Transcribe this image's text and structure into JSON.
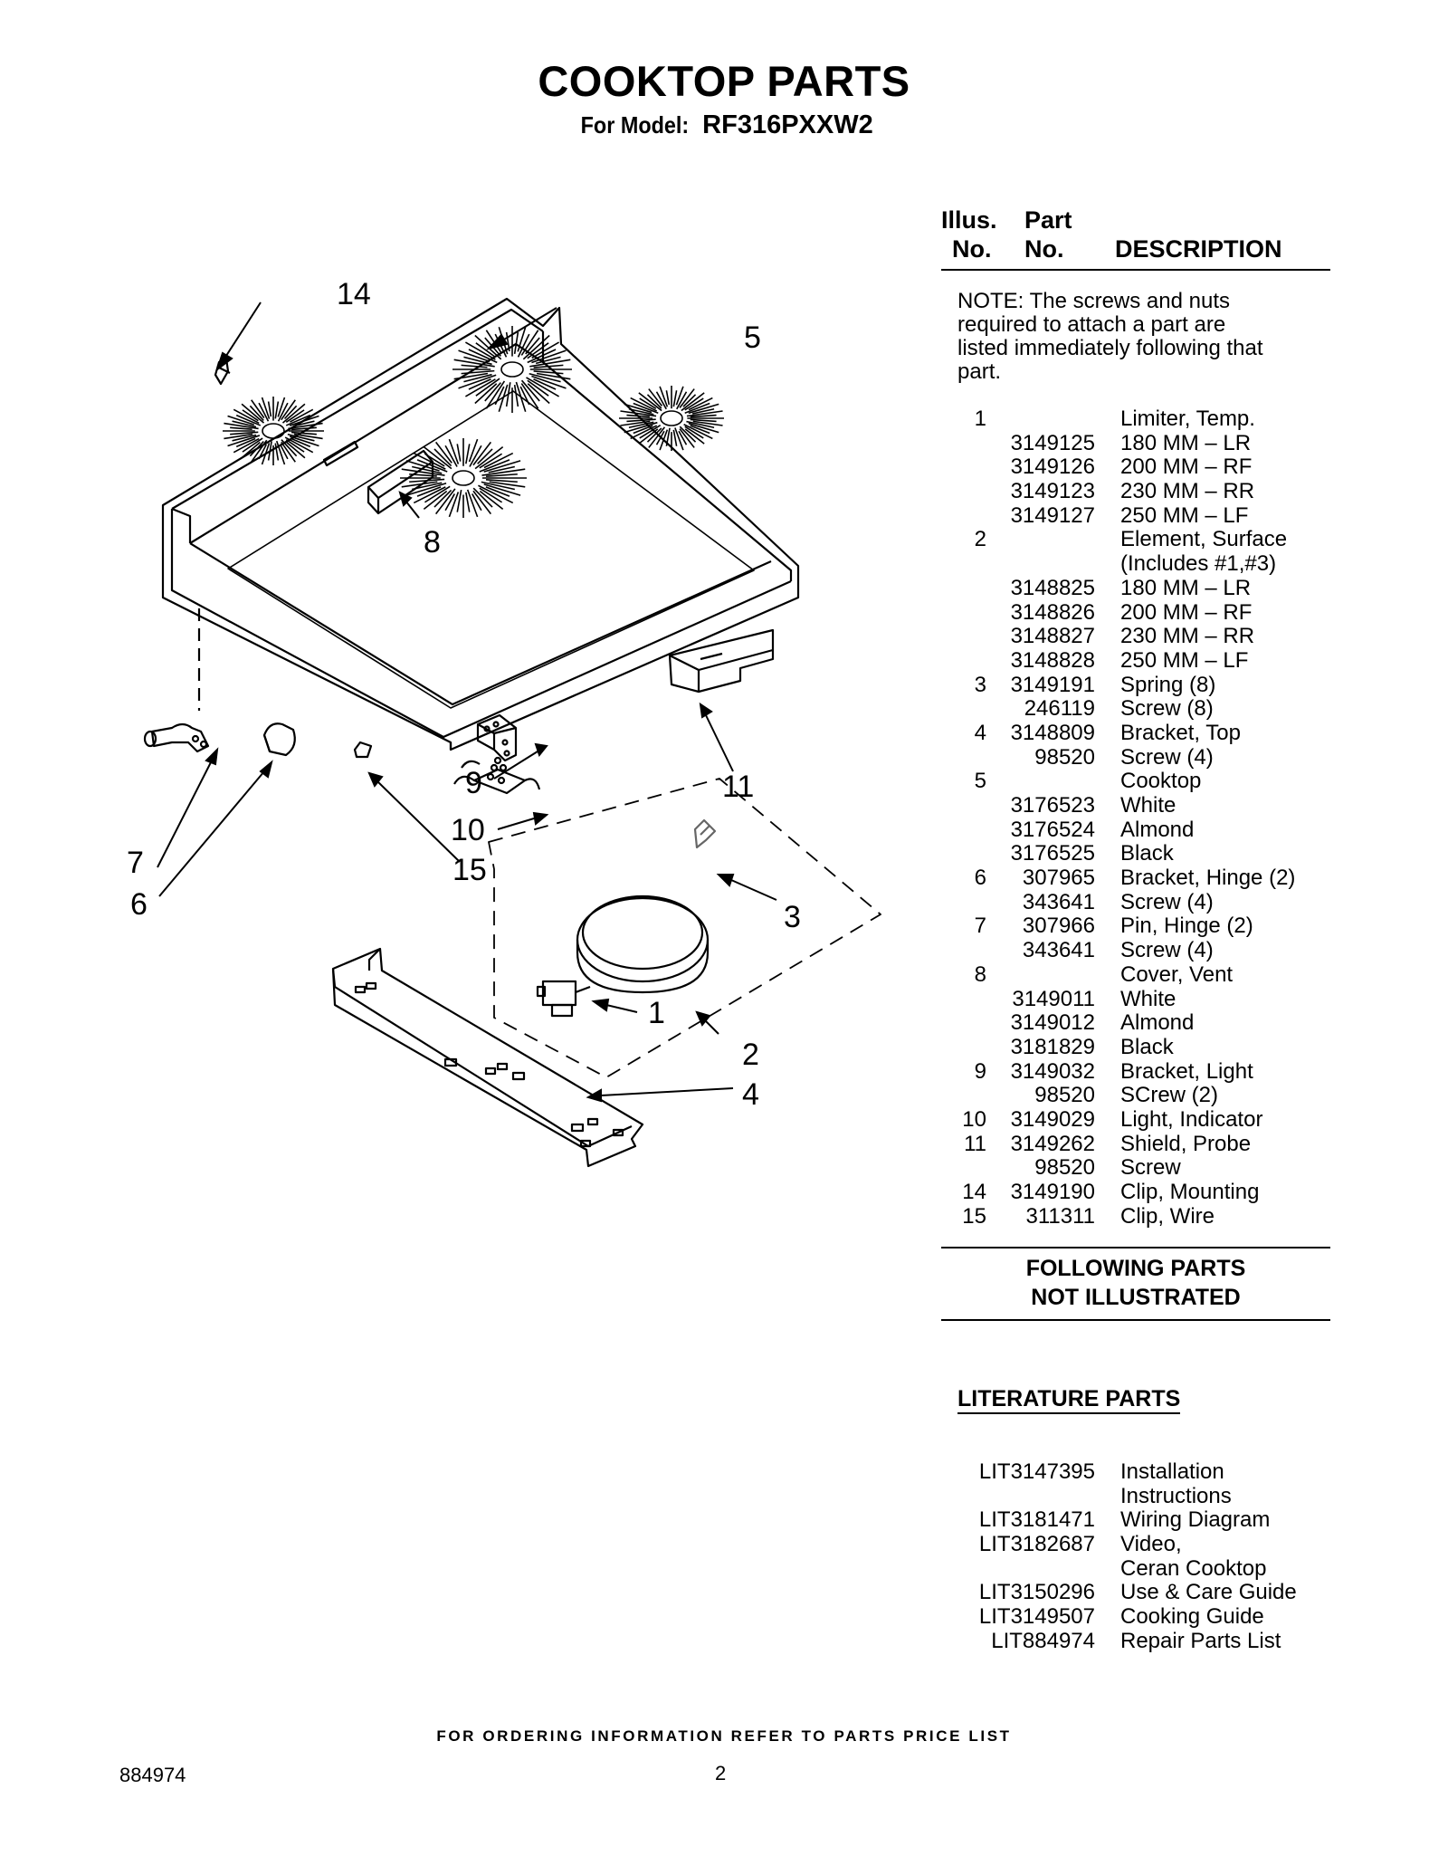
{
  "header": {
    "title": "COOKTOP PARTS",
    "model_label": "For Model:",
    "model": "RF316PXXW2"
  },
  "diagram": {
    "callouts": [
      "14",
      "5",
      "8",
      "9",
      "11",
      "10",
      "15",
      "7",
      "6",
      "3",
      "1",
      "2",
      "4"
    ]
  },
  "parts_table": {
    "col_illus_1": "Illus.",
    "col_illus_2": "No.",
    "col_part_1": "Part",
    "col_part_2": "No.",
    "col_desc": "DESCRIPTION",
    "note": "NOTE: The screws and nuts required to attach a part are listed immediately following that part.",
    "rows": [
      {
        "illus": "1",
        "part": "",
        "desc": "Limiter, Temp."
      },
      {
        "illus": "",
        "part": "3149125",
        "desc": "180 MM – LR"
      },
      {
        "illus": "",
        "part": "3149126",
        "desc": "200 MM – RF"
      },
      {
        "illus": "",
        "part": "3149123",
        "desc": "230 MM – RR"
      },
      {
        "illus": "",
        "part": "3149127",
        "desc": "250 MM – LF"
      },
      {
        "illus": "2",
        "part": "",
        "desc": "Element, Surface"
      },
      {
        "illus": "",
        "part": "",
        "desc": "(Includes #1,#3)"
      },
      {
        "illus": "",
        "part": "3148825",
        "desc": "180 MM – LR"
      },
      {
        "illus": "",
        "part": "3148826",
        "desc": "200 MM – RF"
      },
      {
        "illus": "",
        "part": "3148827",
        "desc": "230 MM – RR"
      },
      {
        "illus": "",
        "part": "3148828",
        "desc": "250 MM – LF"
      },
      {
        "illus": "3",
        "part": "3149191",
        "desc": "Spring (8)"
      },
      {
        "illus": "",
        "part": "246119",
        "desc": "Screw (8)"
      },
      {
        "illus": "4",
        "part": "3148809",
        "desc": "Bracket, Top"
      },
      {
        "illus": "",
        "part": "98520",
        "desc": "Screw (4)"
      },
      {
        "illus": "5",
        "part": "",
        "desc": "Cooktop"
      },
      {
        "illus": "",
        "part": "3176523",
        "desc": "White"
      },
      {
        "illus": "",
        "part": "3176524",
        "desc": "Almond"
      },
      {
        "illus": "",
        "part": "3176525",
        "desc": "Black"
      },
      {
        "illus": "6",
        "part": "307965",
        "desc": "Bracket, Hinge (2)"
      },
      {
        "illus": "",
        "part": "343641",
        "desc": "Screw (4)"
      },
      {
        "illus": "7",
        "part": "307966",
        "desc": "Pin, Hinge (2)"
      },
      {
        "illus": "",
        "part": "343641",
        "desc": "Screw (4)"
      },
      {
        "illus": "8",
        "part": "",
        "desc": "Cover, Vent"
      },
      {
        "illus": "",
        "part": "3149011",
        "desc": "White"
      },
      {
        "illus": "",
        "part": "3149012",
        "desc": "Almond"
      },
      {
        "illus": "",
        "part": "3181829",
        "desc": "Black"
      },
      {
        "illus": "9",
        "part": "3149032",
        "desc": "Bracket, Light"
      },
      {
        "illus": "",
        "part": "98520",
        "desc": "SCrew (2)"
      },
      {
        "illus": "10",
        "part": "3149029",
        "desc": "Light, Indicator"
      },
      {
        "illus": "11",
        "part": "3149262",
        "desc": "Shield, Probe"
      },
      {
        "illus": "",
        "part": "98520",
        "desc": "Screw"
      },
      {
        "illus": "14",
        "part": "3149190",
        "desc": "Clip, Mounting"
      },
      {
        "illus": "15",
        "part": "311311",
        "desc": "Clip, Wire"
      }
    ]
  },
  "following": {
    "line1": "FOLLOWING PARTS",
    "line2": "NOT ILLUSTRATED"
  },
  "literature": {
    "title": "LITERATURE PARTS",
    "rows": [
      {
        "part": "LIT3147395",
        "desc": "Installation"
      },
      {
        "part": "",
        "desc": "Instructions"
      },
      {
        "part": "LIT3181471",
        "desc": "Wiring Diagram"
      },
      {
        "part": "LIT3182687",
        "desc": "Video,"
      },
      {
        "part": "",
        "desc": "Ceran Cooktop"
      },
      {
        "part": "LIT3150296",
        "desc": "Use & Care Guide"
      },
      {
        "part": "LIT3149507",
        "desc": "Cooking Guide"
      },
      {
        "part": "LIT884974",
        "desc": "Repair Parts List"
      }
    ]
  },
  "footer": {
    "ordering": "FOR ORDERING INFORMATION REFER TO PARTS PRICE LIST",
    "doc_number": "884974",
    "page_number": "2"
  }
}
